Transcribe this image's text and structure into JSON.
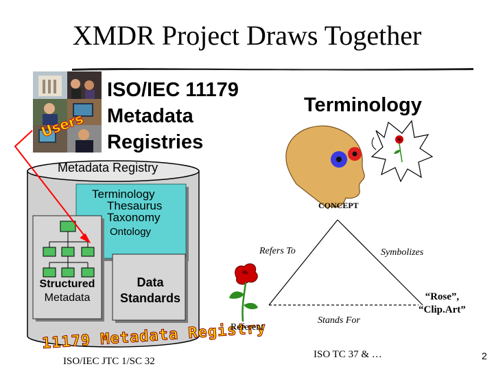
{
  "title": "XMDR Project Draws Together",
  "users_label": "Users",
  "iso_block": {
    "line1": "ISO/IEC 11179",
    "line2": "Metadata",
    "line3": "Registries"
  },
  "terminology_heading": "Terminology",
  "registry": {
    "label": "Metadata Registry",
    "terminology_box": {
      "line1": "Terminology",
      "line2": "Thesaurus",
      "line3": "Taxonomy",
      "line4": "Ontology"
    },
    "structured_metadata": {
      "line1": "Structured",
      "line2": "Metadata"
    },
    "data_standards": {
      "line1": "Data",
      "line2": "Standards"
    },
    "logo_text": "11179 Metadata Registry",
    "committee": "ISO/IEC JTC 1/SC 32"
  },
  "triangle": {
    "concept": "CONCEPT",
    "refers_to": "Refers To",
    "symbolizes": "Symbolizes",
    "referent": "Referent",
    "stands_for": "Stands For",
    "symbol_line1": "“Rose”,",
    "symbol_line2": "“Clip.Art”",
    "source": "ISO TC 37 & …"
  },
  "page_number": "2",
  "colors": {
    "teal_box": "#5fd3d3",
    "cylinder_gray": "#cfcfcf",
    "arrow_red": "#ff0000",
    "rose_red": "#cc0000",
    "leaf_green": "#2e8b1e"
  }
}
